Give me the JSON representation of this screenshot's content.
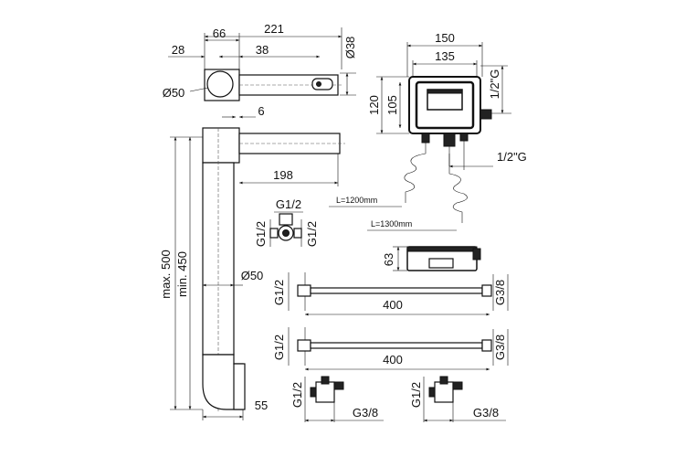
{
  "spout_top": {
    "width_total": "221",
    "width_66": "66",
    "width_28": "28",
    "width_38": "38",
    "diameter_38": "Ø38",
    "diameter_50": "Ø50"
  },
  "spout_side": {
    "offset_6": "6",
    "length_198": "198"
  },
  "column": {
    "max_height": "max. 500",
    "min_height": "min. 450",
    "diameter_50": "Ø50",
    "foot_55": "55"
  },
  "fitting": {
    "top": "G1/2",
    "left": "G1/2",
    "right": "G1/2"
  },
  "control_box": {
    "width_150": "150",
    "width_135": "135",
    "height_120": "120",
    "height_105": "105",
    "thread_right": "1/2\"G",
    "thread_bottom": "1/2\"G",
    "cable_1": "L=1200mm",
    "cable_2": "L=1300mm"
  },
  "lid": {
    "height_63": "63"
  },
  "hose_1": {
    "left_thread": "G1/2",
    "length": "400",
    "right_thread": "G3/8"
  },
  "hose_2": {
    "left_thread": "G1/2",
    "length": "400",
    "right_thread": "G3/8"
  },
  "valve_1": {
    "left_thread": "G1/2",
    "right_thread": "G3/8"
  },
  "valve_2": {
    "left_thread": "G1/2",
    "right_thread": "G3/8"
  }
}
